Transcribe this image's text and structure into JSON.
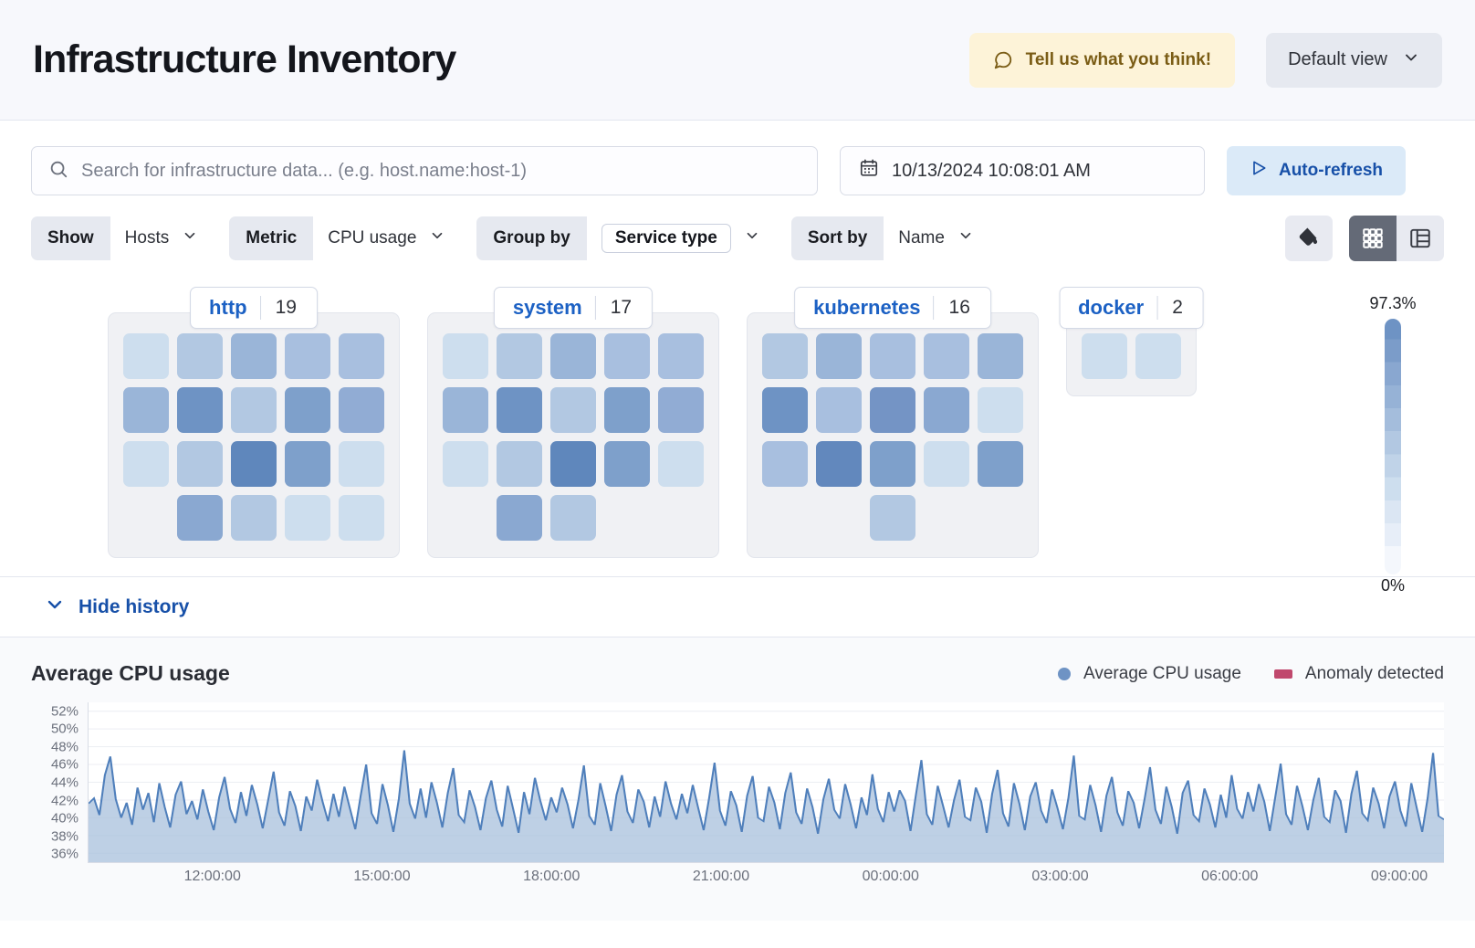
{
  "header": {
    "title": "Infrastructure Inventory",
    "feedback_label": "Tell us what you think!",
    "feedback_icon": "comment-icon",
    "view_label": "Default view",
    "view_icon": "chevron-down-icon"
  },
  "search": {
    "placeholder": "Search for infrastructure data... (e.g. host.name:host-1)",
    "icon": "search-icon"
  },
  "datepicker": {
    "value": "10/13/2024 10:08:01 AM",
    "icon": "calendar-icon"
  },
  "autorefresh": {
    "label": "Auto-refresh",
    "icon": "play-icon"
  },
  "filters": [
    {
      "label": "Show",
      "value": "Hosts",
      "boxed": false
    },
    {
      "label": "Metric",
      "value": "CPU usage",
      "boxed": false
    },
    {
      "label": "Group by",
      "value": "Service type",
      "boxed": true
    },
    {
      "label": "Sort by",
      "value": "Name",
      "boxed": false
    }
  ],
  "toolbar_right": {
    "palette_icon": "fill-color-icon",
    "grid_view_icon": "grid-view-icon",
    "table_view_icon": "table-view-icon",
    "active_view": "grid"
  },
  "legend": {
    "max_label": "97.3%",
    "min_label": "0%"
  },
  "groups": [
    {
      "name": "http",
      "count": "19",
      "rows": [
        [
          "#cddeee",
          "#b2c8e2",
          "#9ab5d8",
          "#a8bfdf",
          "#a8bfdf"
        ],
        [
          "#9ab5d8",
          "#6e93c4",
          "#b2c8e2",
          "#7ea0cb",
          "#91acd4"
        ],
        [
          "#cddeee",
          "#b2c8e2",
          "#5f87bc",
          "#7ea0cb",
          "#cddeee"
        ],
        [
          "blank",
          "#8aa8d1",
          "#b2c8e2",
          "#cddeee",
          "#cddeee"
        ]
      ]
    },
    {
      "name": "system",
      "count": "17",
      "rows": [
        [
          "#cddeee",
          "#b2c8e2",
          "#9ab5d8",
          "#a8bfdf",
          "#a8bfdf"
        ],
        [
          "#9ab5d8",
          "#6e93c4",
          "#b2c8e2",
          "#7ea0cb",
          "#91acd4"
        ],
        [
          "#cddeee",
          "#b2c8e2",
          "#5f87bc",
          "#7ea0cb",
          "#cddeee"
        ],
        [
          "blank",
          "#8aa8d1",
          "#b2c8e2",
          "blank",
          "blank"
        ]
      ]
    },
    {
      "name": "kubernetes",
      "count": "16",
      "rows": [
        [
          "#b2c8e2",
          "#9ab5d8",
          "#a8bfdf",
          "#a8bfdf",
          "#9ab5d8"
        ],
        [
          "#6e93c4",
          "#a8bfdf",
          "#7494c5",
          "#8aa8d1",
          "#cddeee"
        ],
        [
          "#a8bfdf",
          "#6288bd",
          "#7ea0cb",
          "#cddeee",
          "#7ea0cb"
        ],
        [
          "blank",
          "blank",
          "#b2c8e2",
          "blank",
          "blank"
        ]
      ]
    },
    {
      "name": "docker",
      "count": "2",
      "rows": [
        [
          "#cddeee",
          "#cddeee"
        ]
      ]
    }
  ],
  "history": {
    "toggle_label": "Hide history",
    "chevron_icon": "chevron-down-icon"
  },
  "chart_data": {
    "type": "area",
    "title": "Average CPU usage",
    "xlabel": "",
    "ylabel": "",
    "ylim": [
      35,
      53
    ],
    "grid": true,
    "legend_position": "top-right",
    "legend": [
      {
        "name": "Average CPU usage",
        "color": "#6e93c4",
        "marker": "dot"
      },
      {
        "name": "Anomaly detected",
        "color": "#c0486d",
        "marker": "square"
      }
    ],
    "ytick_labels": [
      "52%",
      "50%",
      "48%",
      "46%",
      "44%",
      "42%",
      "40%",
      "38%",
      "36%"
    ],
    "ytick_values": [
      52,
      50,
      48,
      46,
      44,
      42,
      40,
      38,
      36
    ],
    "xtick_labels": [
      "12:00:00",
      "15:00:00",
      "18:00:00",
      "21:00:00",
      "00:00:00",
      "03:00:00",
      "06:00:00",
      "09:00:00"
    ],
    "xtick_positions": [
      9.2,
      21.7,
      34.2,
      46.7,
      59.2,
      71.7,
      84.2,
      96.7
    ],
    "series": [
      {
        "name": "Average CPU usage",
        "color": "#6e93c4",
        "values": [
          41.6,
          42.2,
          40.3,
          44.8,
          46.9,
          42.1,
          40.0,
          41.7,
          39.2,
          43.4,
          40.9,
          42.8,
          39.5,
          43.9,
          41.2,
          38.9,
          42.6,
          44.1,
          40.4,
          41.9,
          39.8,
          43.2,
          40.7,
          38.6,
          42.3,
          44.6,
          41.0,
          39.4,
          42.9,
          40.2,
          43.7,
          41.5,
          38.8,
          42.0,
          45.2,
          40.6,
          39.1,
          43.0,
          41.3,
          38.5,
          42.4,
          40.8,
          44.3,
          41.8,
          39.6,
          42.7,
          40.1,
          43.5,
          41.1,
          38.7,
          42.5,
          46.0,
          40.5,
          39.3,
          43.8,
          41.4,
          38.4,
          42.1,
          47.6,
          41.6,
          39.9,
          43.3,
          40.0,
          44.0,
          41.7,
          38.9,
          42.8,
          45.6,
          40.3,
          39.5,
          43.1,
          41.2,
          38.6,
          42.2,
          44.2,
          40.9,
          39.0,
          43.6,
          41.0,
          38.3,
          42.9,
          40.4,
          44.5,
          41.9,
          39.7,
          42.3,
          40.6,
          43.4,
          41.5,
          38.8,
          42.0,
          45.9,
          40.2,
          39.2,
          43.9,
          41.3,
          38.5,
          42.6,
          44.8,
          40.7,
          39.4,
          43.2,
          41.8,
          38.9,
          42.4,
          40.1,
          44.1,
          41.6,
          39.8,
          42.7,
          40.5,
          43.7,
          41.1,
          38.6,
          42.2,
          46.2,
          40.8,
          39.1,
          43.0,
          41.4,
          38.4,
          42.5,
          44.7,
          40.0,
          39.6,
          43.5,
          41.7,
          38.7,
          42.8,
          45.1,
          40.6,
          39.3,
          43.3,
          41.2,
          38.2,
          42.1,
          44.4,
          40.9,
          39.9,
          43.8,
          41.5,
          38.8,
          42.3,
          40.3,
          44.9,
          41.0,
          39.5,
          42.9,
          40.7,
          43.1,
          41.9,
          38.5,
          42.6,
          46.5,
          40.4,
          39.2,
          43.6,
          41.3,
          38.9,
          42.0,
          44.3,
          40.1,
          39.7,
          43.4,
          41.8,
          38.3,
          42.7,
          45.4,
          40.5,
          39.0,
          43.9,
          41.6,
          38.6,
          42.4,
          44.0,
          40.8,
          39.4,
          43.2,
          41.1,
          38.7,
          42.2,
          47.0,
          40.2,
          39.8,
          43.7,
          41.4,
          38.4,
          42.5,
          44.6,
          40.6,
          39.1,
          43.0,
          41.7,
          38.8,
          42.1,
          45.7,
          40.9,
          39.3,
          43.5,
          41.2,
          38.2,
          42.8,
          44.2,
          40.3,
          39.6,
          43.3,
          41.5,
          38.9,
          42.6,
          40.0,
          44.8,
          41.0,
          39.9,
          42.9,
          40.7,
          43.8,
          41.8,
          38.5,
          42.3,
          46.1,
          40.4,
          39.2,
          43.6,
          41.3,
          38.6,
          42.0,
          44.5,
          40.1,
          39.5,
          43.1,
          41.9,
          38.3,
          42.7,
          45.3,
          40.5,
          39.7,
          43.4,
          41.6,
          38.8,
          42.4,
          44.1,
          40.8,
          39.0,
          43.9,
          41.1,
          38.4,
          42.2,
          47.3,
          40.2,
          39.8
        ]
      }
    ]
  }
}
